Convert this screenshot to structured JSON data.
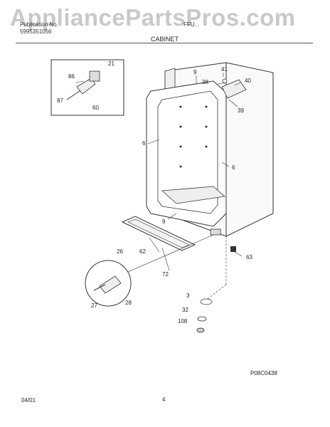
{
  "watermark": "AppliancePartsPros.com",
  "header": {
    "publication": "Publication No.",
    "part_number": "5995351056",
    "model": "FFU...",
    "section_title": "CABINET"
  },
  "footer": {
    "diagram_code": "P08C0438",
    "date": "04/01",
    "page_number": "4"
  },
  "callouts": {
    "inset_21": "21",
    "inset_86": "86",
    "inset_87": "87",
    "inset_60": "60",
    "c9_top": "9",
    "c41": "41",
    "c38": "38",
    "c40": "40",
    "c39": "39",
    "c6_left": "6",
    "c6_right": "6",
    "c9_bottom": "9",
    "c26": "26",
    "c62": "62",
    "c72": "72",
    "c27": "27",
    "c28": "28",
    "c63": "63",
    "c3": "3",
    "c32": "32",
    "c108": "108"
  }
}
